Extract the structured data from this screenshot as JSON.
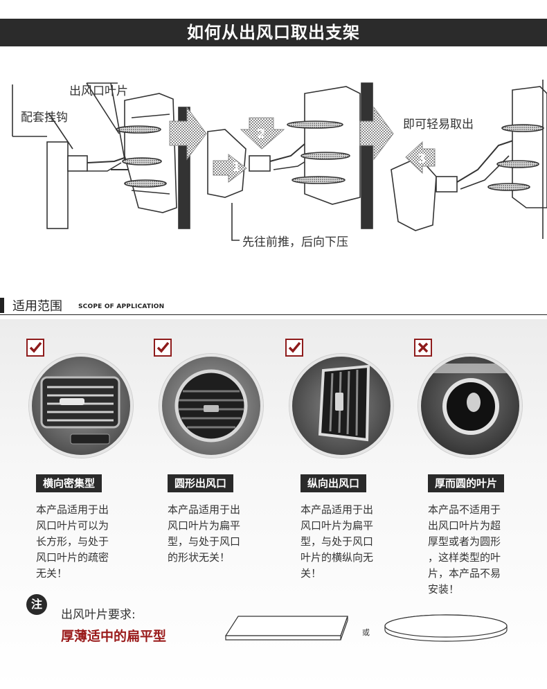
{
  "header": {
    "title": "如何从出风口取出支架"
  },
  "diagram": {
    "label_blade": "出风口叶片",
    "label_hook": "配套挂钩",
    "label_easy": "即可轻易取出",
    "label_push": "先往前推，后向下压",
    "step1": "1",
    "step2": "2",
    "step3": "3"
  },
  "section": {
    "title": "适用范围",
    "subtitle": "SCOPE OF APPLICATION"
  },
  "types": [
    {
      "name": "横向密集型",
      "status": "check",
      "desc": [
        "本产品适用于出",
        "风口叶片可以为",
        "长方形，与处于",
        "风口叶片的疏密",
        "无关！"
      ]
    },
    {
      "name": "圆形出风口",
      "status": "check",
      "desc": [
        "本产品适用于出",
        "风口叶片为扁平",
        "型，与处于风口",
        "的形状无关！"
      ]
    },
    {
      "name": "纵向出风口",
      "status": "check",
      "desc": [
        "本产品适用于出",
        "风口叶片为扁平",
        "型，与处于风口",
        "叶片的横纵向无",
        "关！"
      ]
    },
    {
      "name": "厚而圆的叶片",
      "status": "cross",
      "desc": [
        "本产品不适用于",
        "出风口叶片为超",
        "厚型或者为圆形",
        "，这样类型的叶",
        "片，本产品不易",
        "安装！"
      ]
    }
  ],
  "note": {
    "badge": "注",
    "title": "出风叶片要求:",
    "highlight": "厚薄适中的扁平型",
    "or": "或"
  },
  "colors": {
    "accent": "#8e1b1b",
    "dark": "#2a2a2a",
    "title_bg": "#2b2b2b"
  }
}
